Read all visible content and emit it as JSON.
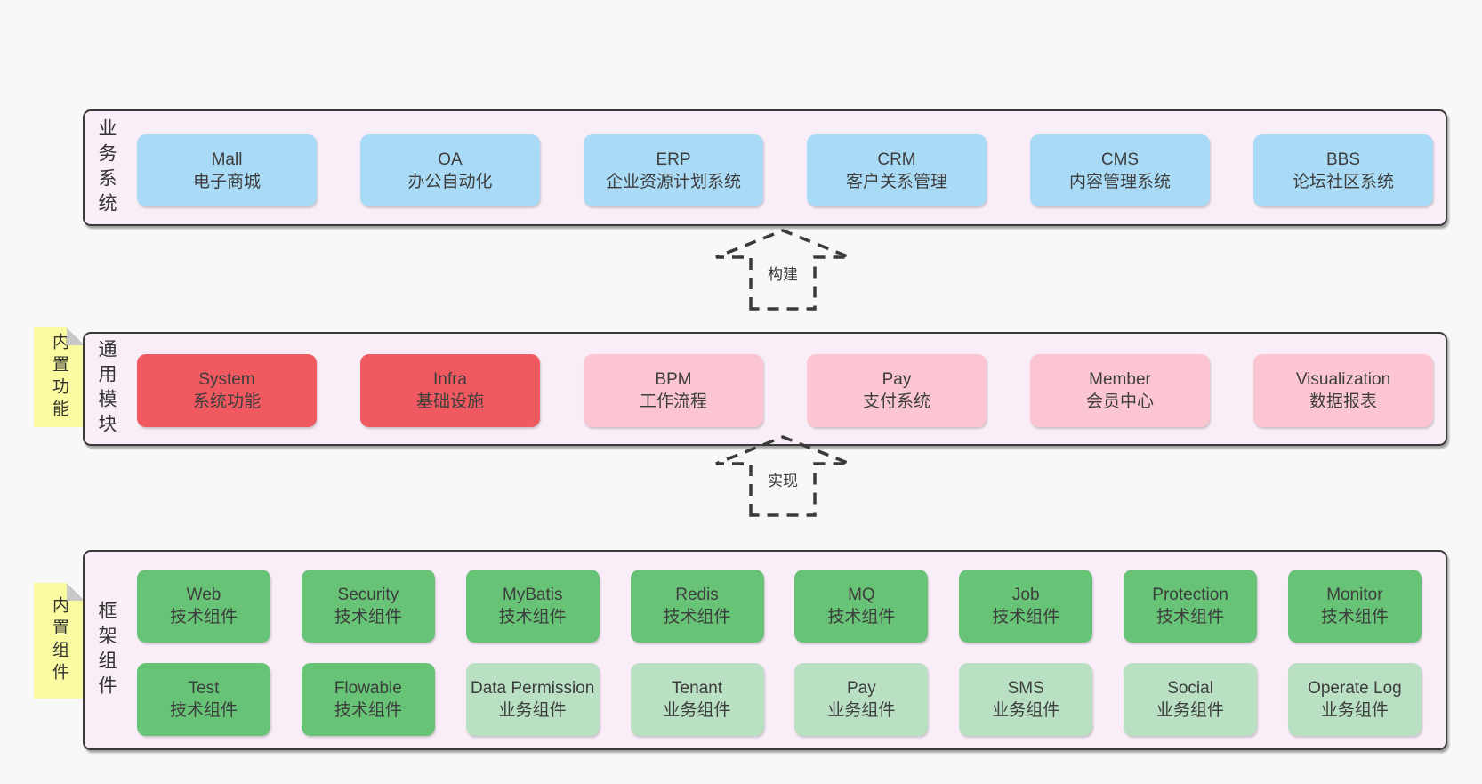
{
  "colors": {
    "page-bg": "#f8f8f8",
    "layer-bg": "#f9edf7",
    "layer-border": "#3a3a3a",
    "box-blue": "#a9dbf7",
    "box-red": "#f0595f",
    "box-pink": "#fbc6d2",
    "box-green": "#67c376",
    "box-light-green": "#b9e0c3",
    "note-yellow": "#fafaa0",
    "note-fold": "#c8c8c8",
    "text": "#3d3d3d"
  },
  "arrows": [
    {
      "label": "构建"
    },
    {
      "label": "实现"
    }
  ],
  "layers": [
    {
      "label": "业务系统",
      "boxes": [
        {
          "en": "Mall",
          "zh": "电子商城",
          "type": "blue"
        },
        {
          "en": "OA",
          "zh": "办公自动化",
          "type": "blue"
        },
        {
          "en": "ERP",
          "zh": "企业资源计划系统",
          "type": "blue"
        },
        {
          "en": "CRM",
          "zh": "客户关系管理",
          "type": "blue"
        },
        {
          "en": "CMS",
          "zh": "内容管理系统",
          "type": "blue"
        },
        {
          "en": "BBS",
          "zh": "论坛社区系统",
          "type": "blue"
        }
      ]
    },
    {
      "label": "通用模块",
      "note": "内置功能",
      "boxes": [
        {
          "en": "System",
          "zh": "系统功能",
          "type": "red"
        },
        {
          "en": "Infra",
          "zh": "基础设施",
          "type": "red"
        },
        {
          "en": "BPM",
          "zh": "工作流程",
          "type": "pink"
        },
        {
          "en": "Pay",
          "zh": "支付系统",
          "type": "pink"
        },
        {
          "en": "Member",
          "zh": "会员中心",
          "type": "pink"
        },
        {
          "en": "Visualization",
          "zh": "数据报表",
          "type": "pink"
        }
      ]
    },
    {
      "label": "框架组件",
      "note": "内置组件",
      "rows": [
        [
          {
            "en": "Web",
            "zh": "技术组件",
            "type": "green"
          },
          {
            "en": "Security",
            "zh": "技术组件",
            "type": "green"
          },
          {
            "en": "MyBatis",
            "zh": "技术组件",
            "type": "green"
          },
          {
            "en": "Redis",
            "zh": "技术组件",
            "type": "green"
          },
          {
            "en": "MQ",
            "zh": "技术组件",
            "type": "green"
          },
          {
            "en": "Job",
            "zh": "技术组件",
            "type": "green"
          },
          {
            "en": "Protection",
            "zh": "技术组件",
            "type": "green"
          },
          {
            "en": "Monitor",
            "zh": "技术组件",
            "type": "green"
          }
        ],
        [
          {
            "en": "Test",
            "zh": "技术组件",
            "type": "green"
          },
          {
            "en": "Flowable",
            "zh": "技术组件",
            "type": "green"
          },
          {
            "en": "Data Permission",
            "zh": "业务组件",
            "type": "light-green"
          },
          {
            "en": "Tenant",
            "zh": "业务组件",
            "type": "light-green"
          },
          {
            "en": "Pay",
            "zh": "业务组件",
            "type": "light-green"
          },
          {
            "en": "SMS",
            "zh": "业务组件",
            "type": "light-green"
          },
          {
            "en": "Social",
            "zh": "业务组件",
            "type": "light-green"
          },
          {
            "en": "Operate Log",
            "zh": "业务组件",
            "type": "light-green"
          }
        ]
      ]
    }
  ]
}
